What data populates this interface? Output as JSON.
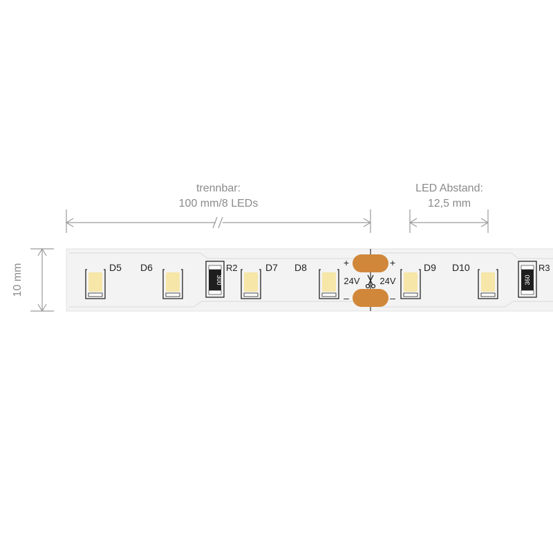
{
  "dimensions": {
    "cut_label_line1": "trennbar:",
    "cut_label_line2": "100 mm/8 LEDs",
    "spacing_label_line1": "LED Abstand:",
    "spacing_label_line2": "12,5 mm",
    "width_label": "10 mm"
  },
  "leds": [
    {
      "label": "D5"
    },
    {
      "label": "D6"
    },
    {
      "label": "D7"
    },
    {
      "label": "D8"
    },
    {
      "label": "D9"
    },
    {
      "label": "D10"
    }
  ],
  "resistors": [
    {
      "label": "R2",
      "value": "300"
    },
    {
      "label": "R3",
      "value": "360"
    }
  ],
  "pads": {
    "voltage_left": "24V",
    "voltage_right": "24V",
    "plus_left": "+",
    "minus_left": "–",
    "plus_right": "+",
    "minus_right": "–"
  },
  "colors": {
    "strip": "#f3f3f3",
    "strip_edge": "#e0e0e0",
    "led_chip": "#f6e6a8",
    "led_outline": "#222222",
    "copper_pad": "#d1873a",
    "dimension_line": "#9a9a9a",
    "dimension_text": "#8a8a8a",
    "label_text": "#222222"
  }
}
